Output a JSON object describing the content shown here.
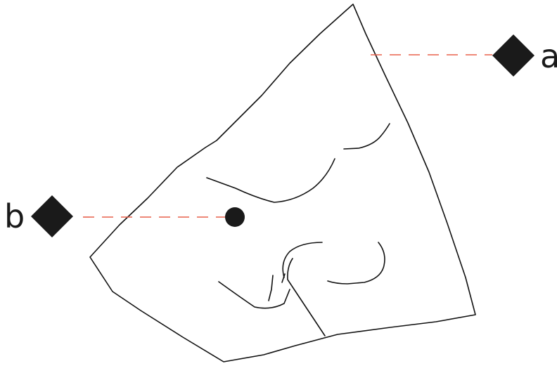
{
  "diagram": {
    "callouts": [
      {
        "id": "a",
        "label": "a"
      },
      {
        "id": "b",
        "label": "b"
      }
    ],
    "colors": {
      "outline": "#111111",
      "leader_line": "#e8604c",
      "marker": "#1a1a1a",
      "background": "#ffffff"
    }
  }
}
